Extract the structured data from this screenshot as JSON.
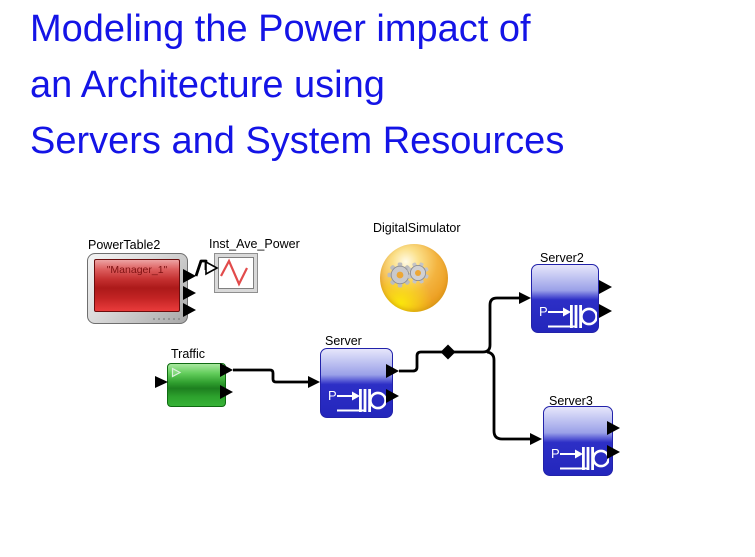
{
  "title": {
    "lines": [
      "Modeling the Power impact of",
      "an Architecture using",
      "Servers and System Resources"
    ]
  },
  "blocks": {
    "power_table2": {
      "label": "PowerTable2",
      "screen_text": "\"Manager_1\"",
      "icon": "red-monitor-icon"
    },
    "inst_ave_power": {
      "label": "Inst_Ave_Power",
      "icon": "waveform-plotter-icon"
    },
    "digital_simulator": {
      "label": "DigitalSimulator",
      "icon": "gears-sphere-icon"
    },
    "traffic": {
      "label": "Traffic",
      "icon": "play-triangle-icon"
    },
    "server": {
      "label": "Server",
      "icon_letter": "P"
    },
    "server2": {
      "label": "Server2",
      "icon_letter": "P"
    },
    "server3": {
      "label": "Server3",
      "icon_letter": "P"
    }
  },
  "colors": {
    "title_text": "#1414e6",
    "wire": "#000000",
    "server_fill": "#2d2fc6",
    "server_border": "#2222aa",
    "traffic_fill": "#2f9e2e",
    "traffic_border": "#0f6b12",
    "monitor_screen": "#c43030",
    "monitor_screen_text": "#7e1212",
    "plot_line": "#e24b4b",
    "simulator_gold": "#f3b33f",
    "gear_gray": "#c2c2c4"
  }
}
